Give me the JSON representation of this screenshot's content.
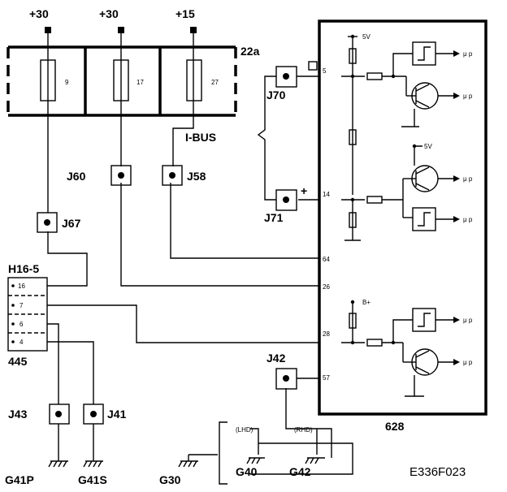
{
  "supply_labels": [
    "+30",
    "+30",
    "+15"
  ],
  "fuse_box": {
    "id": "22a",
    "fuses": [
      "9",
      "17",
      "27"
    ]
  },
  "ibus_label": "I-BUS",
  "connectors": {
    "j70": "J70",
    "j71": "J71",
    "j60": "J60",
    "j58": "J58",
    "j67": "J67",
    "j42": "J42",
    "j43": "J43",
    "j41": "J41"
  },
  "plug": {
    "id": "H16-5",
    "bottom_id": "445",
    "pins": [
      "16",
      "7",
      "6",
      "4"
    ]
  },
  "module": {
    "id": "628",
    "pins": [
      "5",
      "14",
      "64",
      "26",
      "28",
      "57"
    ],
    "supply_5v": "5V",
    "supply_bplus": "B+",
    "up_label": "μ p",
    "plus_mark": "+"
  },
  "variants": {
    "lhd": "(LHD)",
    "rhd": "(RHD)"
  },
  "grounds": [
    "G41P",
    "G41S",
    "G30",
    "G40",
    "G42"
  ],
  "reference": "E336F023"
}
